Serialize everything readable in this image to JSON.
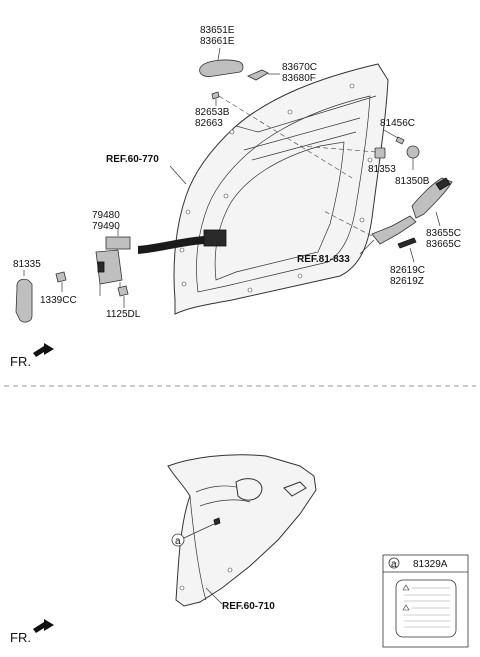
{
  "top_diagram": {
    "labels": {
      "p83651E": "83651E",
      "p83661E": "83661E",
      "p83670C": "83670C",
      "p83680F": "83680F",
      "p82653B": "82653B",
      "p82663": "82663",
      "p81456C": "81456C",
      "p81353": "81353",
      "p81350B": "81350B",
      "p83655C": "83655C",
      "p83665C": "83665C",
      "p82619C": "82619C",
      "p82619Z": "82619Z",
      "p79480": "79480",
      "p79490": "79490",
      "p81335": "81335",
      "p1339CC": "1339CC",
      "p1125DL": "1125DL"
    },
    "refs": {
      "ref_60_770": "REF.60-770",
      "ref_81_833": "REF.81-833"
    },
    "fr": "FR."
  },
  "bottom_diagram": {
    "callout_letter": "a",
    "ref_60_710": "REF.60-710",
    "fr": "FR.",
    "legend": {
      "letter": "a",
      "part": "81329A"
    }
  },
  "colors": {
    "line": "#333333",
    "panel_fill": "#f4f4f4",
    "part_fill": "#bfbfbf",
    "divider": "#777777"
  }
}
